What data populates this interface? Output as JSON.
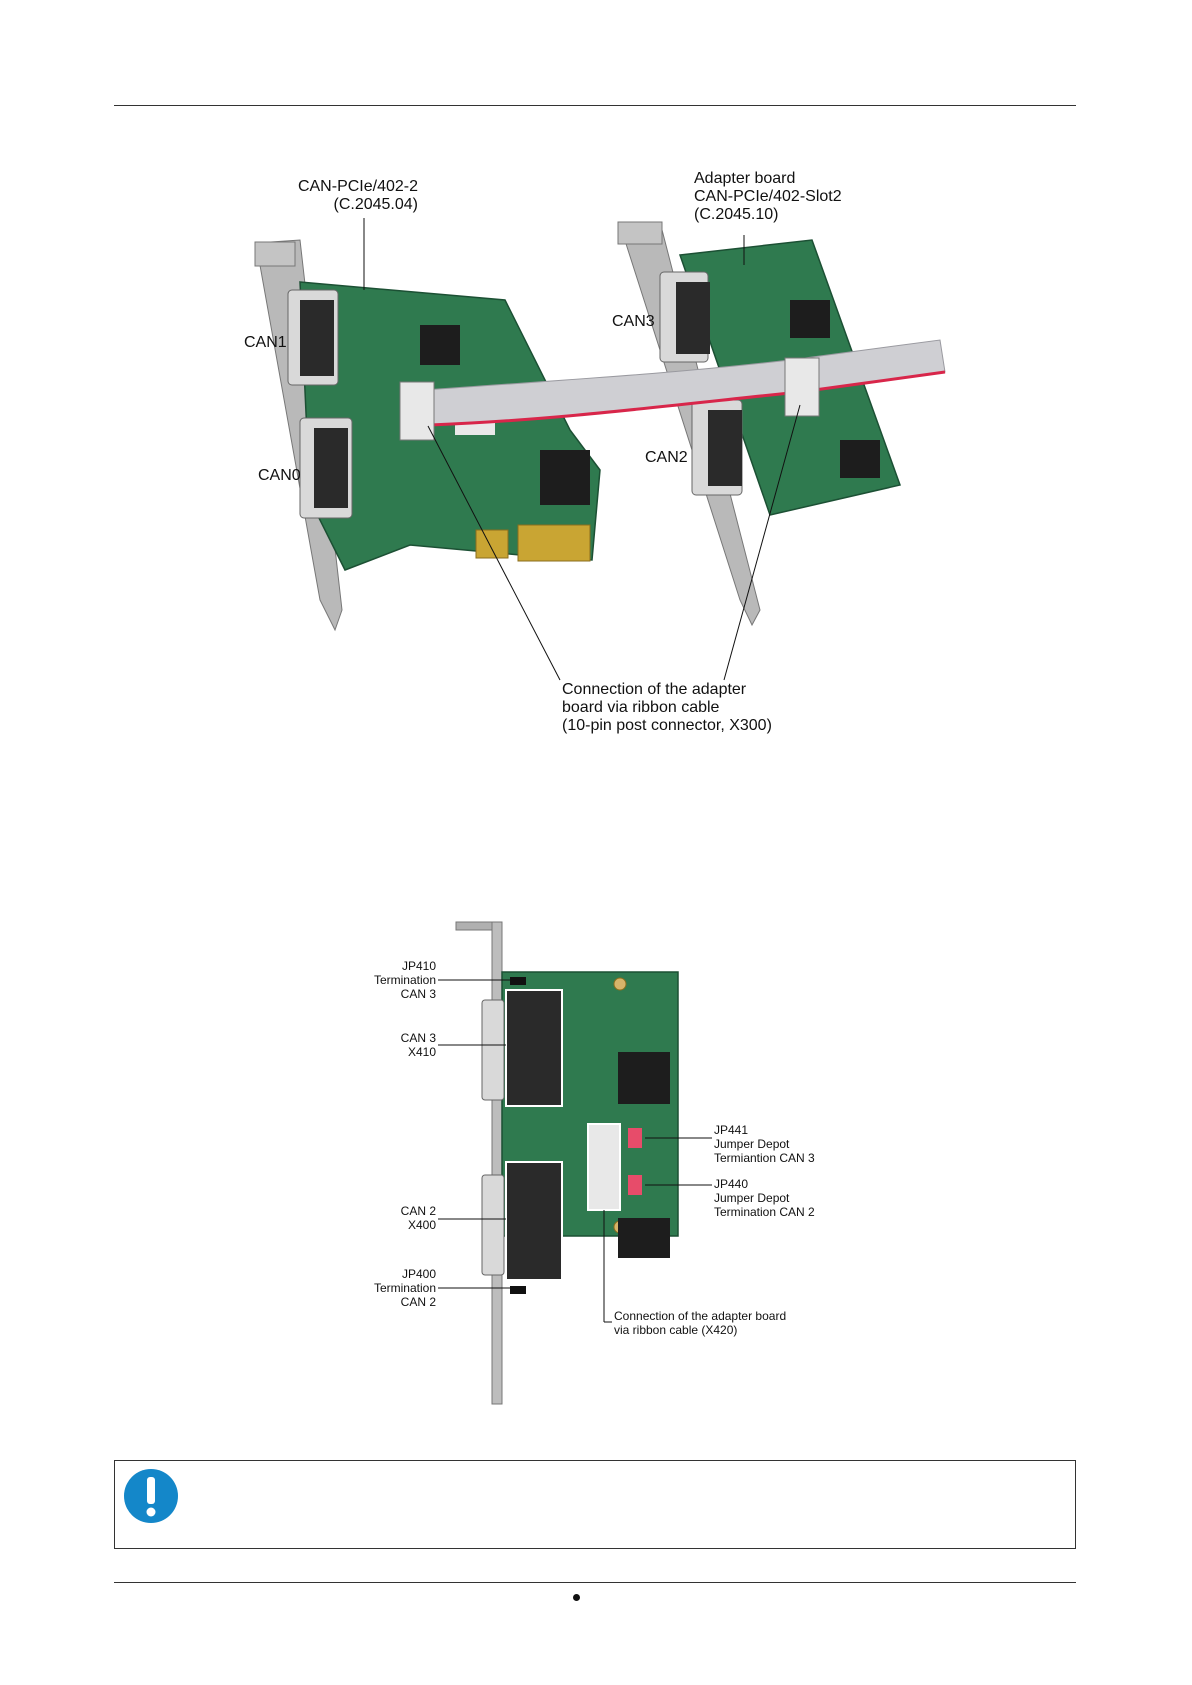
{
  "figure1": {
    "main_board_label": "CAN-PCIe/402-2\n(C.2045.04)",
    "adapter_board_label": "Adapter board\nCAN-PCIe/402-Slot2\n(C.2045.10)",
    "can1": "CAN1",
    "can0": "CAN0",
    "can3": "CAN3",
    "can2": "CAN2",
    "connection_label": "Connection of the adapter\nboard via ribbon cable\n(10-pin post connector, X300)"
  },
  "figure2": {
    "jp410": "JP410\nTermination\nCAN 3",
    "can3_x410": "CAN 3\nX410",
    "can2_x400": "CAN 2\nX400",
    "jp400": "JP400\nTermination\nCAN 2",
    "jp441": "JP441\nJumper Depot\nTermiantion CAN 3",
    "jp440": "JP440\nJumper Depot\nTermination CAN 2",
    "connection_label": "Connection of the adapter board\nvia ribbon cable (X420)"
  },
  "colors": {
    "pcb_green": "#2f7a4f",
    "notice_blue": "#1487c9",
    "ribbon_grey": "#cfcfd3",
    "ribbon_red": "#d8264a"
  },
  "notice": {
    "icon": "exclamation-icon"
  }
}
